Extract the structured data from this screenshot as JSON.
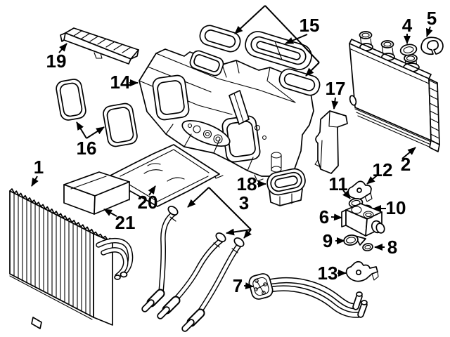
{
  "diagram": {
    "background_color": "#ffffff",
    "line_color": "#000000",
    "callouts": {
      "n1": "1",
      "n2": "2",
      "n3": "3",
      "n4": "4",
      "n5": "5",
      "n6": "6",
      "n7": "7",
      "n8": "8",
      "n9": "9",
      "n10": "10",
      "n11": "11",
      "n12": "12",
      "n13": "13",
      "n14": "14",
      "n15": "15",
      "n16": "16",
      "n17": "17",
      "n18": "18",
      "n19": "19",
      "n20": "20",
      "n21": "21"
    }
  }
}
